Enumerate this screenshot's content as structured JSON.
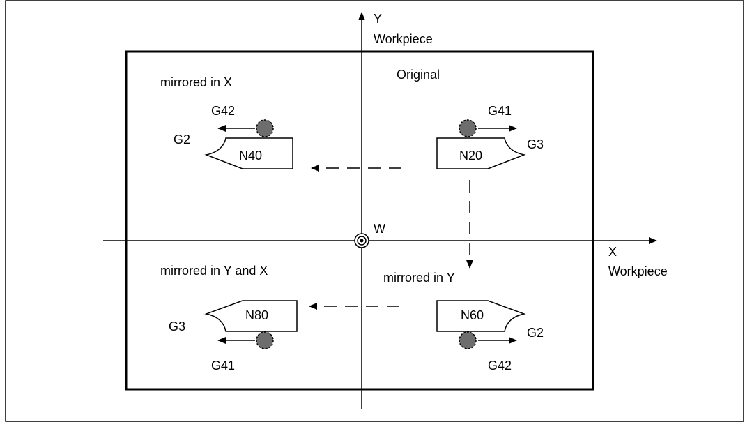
{
  "axes": {
    "y_name": "Y",
    "y_sub": "Workpiece",
    "x_name": "X",
    "x_sub": "Workpiece",
    "origin": "W"
  },
  "quadrants": {
    "top_left": {
      "title": "mirrored in X",
      "block": "N40",
      "arc": "G2",
      "comp": "G42"
    },
    "top_right": {
      "title": "Original",
      "block": "N20",
      "arc": "G3",
      "comp": "G41"
    },
    "bottom_left": {
      "title": "mirrored in Y and X",
      "block": "N80",
      "arc": "G3",
      "comp": "G41"
    },
    "bottom_right": {
      "title": "mirrored in Y",
      "block": "N60",
      "arc": "G2",
      "comp": "G42"
    }
  },
  "colors": {
    "tool": "#6d6d6d",
    "line": "#000000"
  }
}
